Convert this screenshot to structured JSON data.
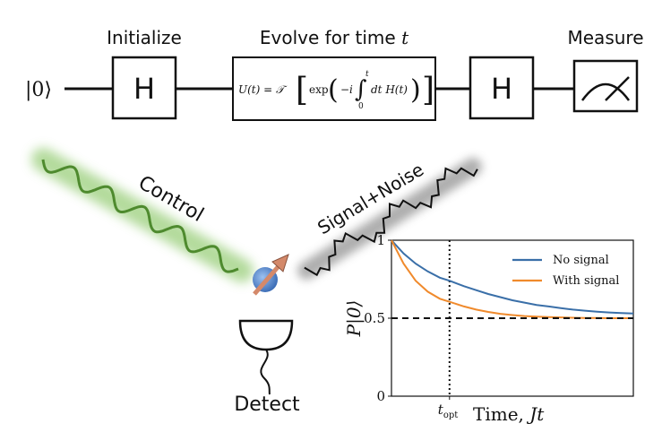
{
  "circuit": {
    "input_state": "|0⟩",
    "stage_initialize": {
      "label": "Initialize",
      "gate": "H"
    },
    "stage_evolve": {
      "label_prefix": "Evolve for time",
      "label_var": "t",
      "formula": {
        "lhs": "U(t) = 𝒯",
        "exp": "exp",
        "minus_i": "−i",
        "upper": "t",
        "lower": "0",
        "integrand": "dt H(t)"
      }
    },
    "stage_second_h": {
      "gate": "H"
    },
    "stage_measure": {
      "label": "Measure"
    }
  },
  "illustration": {
    "control_label": "Control",
    "signal_label": "Signal+Noise",
    "detect_label": "Detect",
    "colors": {
      "control_wave": "#4e8a2e",
      "control_glow": "#a6d48a",
      "qubit": "#5b8fd6",
      "arrow": "#d4896a",
      "signal_shadow": "#9a9a9a"
    }
  },
  "chart_data": {
    "type": "line",
    "xlabel_prefix": "Time,",
    "xlabel_var": "Jt",
    "ylabel": "P|0⟩",
    "ylim": [
      0,
      1
    ],
    "y_ticks": [
      {
        "value": 0,
        "label": "0"
      },
      {
        "value": 0.5,
        "label": "0.5"
      },
      {
        "value": 1,
        "label": "1"
      }
    ],
    "x_tick": {
      "label": "t_opt",
      "base": "t",
      "sub": "opt",
      "value": 0.24
    },
    "xlim": [
      0,
      1
    ],
    "legend_position": "top-right",
    "reference_line": {
      "y": 0.5,
      "style": "dashed"
    },
    "series": [
      {
        "name": "No signal",
        "color": "#3a6fa8",
        "x": [
          0,
          0.05,
          0.1,
          0.15,
          0.2,
          0.24,
          0.3,
          0.35,
          0.4,
          0.45,
          0.5,
          0.55,
          0.6,
          0.65,
          0.7,
          0.75,
          0.8,
          0.85,
          0.9,
          0.95,
          1.0
        ],
        "y": [
          1.0,
          0.915,
          0.85,
          0.8,
          0.76,
          0.74,
          0.705,
          0.68,
          0.655,
          0.635,
          0.615,
          0.6,
          0.585,
          0.575,
          0.565,
          0.555,
          0.548,
          0.542,
          0.537,
          0.533,
          0.53
        ]
      },
      {
        "name": "With signal",
        "color": "#f08a2c",
        "x": [
          0,
          0.05,
          0.1,
          0.15,
          0.2,
          0.24,
          0.3,
          0.35,
          0.4,
          0.45,
          0.5,
          0.55,
          0.6,
          0.65,
          0.7,
          0.75,
          0.8,
          0.85,
          0.9,
          0.95,
          1.0
        ],
        "y": [
          1.0,
          0.85,
          0.74,
          0.67,
          0.625,
          0.605,
          0.575,
          0.555,
          0.54,
          0.528,
          0.52,
          0.514,
          0.51,
          0.507,
          0.505,
          0.503,
          0.502,
          0.501,
          0.5,
          0.5,
          0.5
        ]
      }
    ]
  }
}
